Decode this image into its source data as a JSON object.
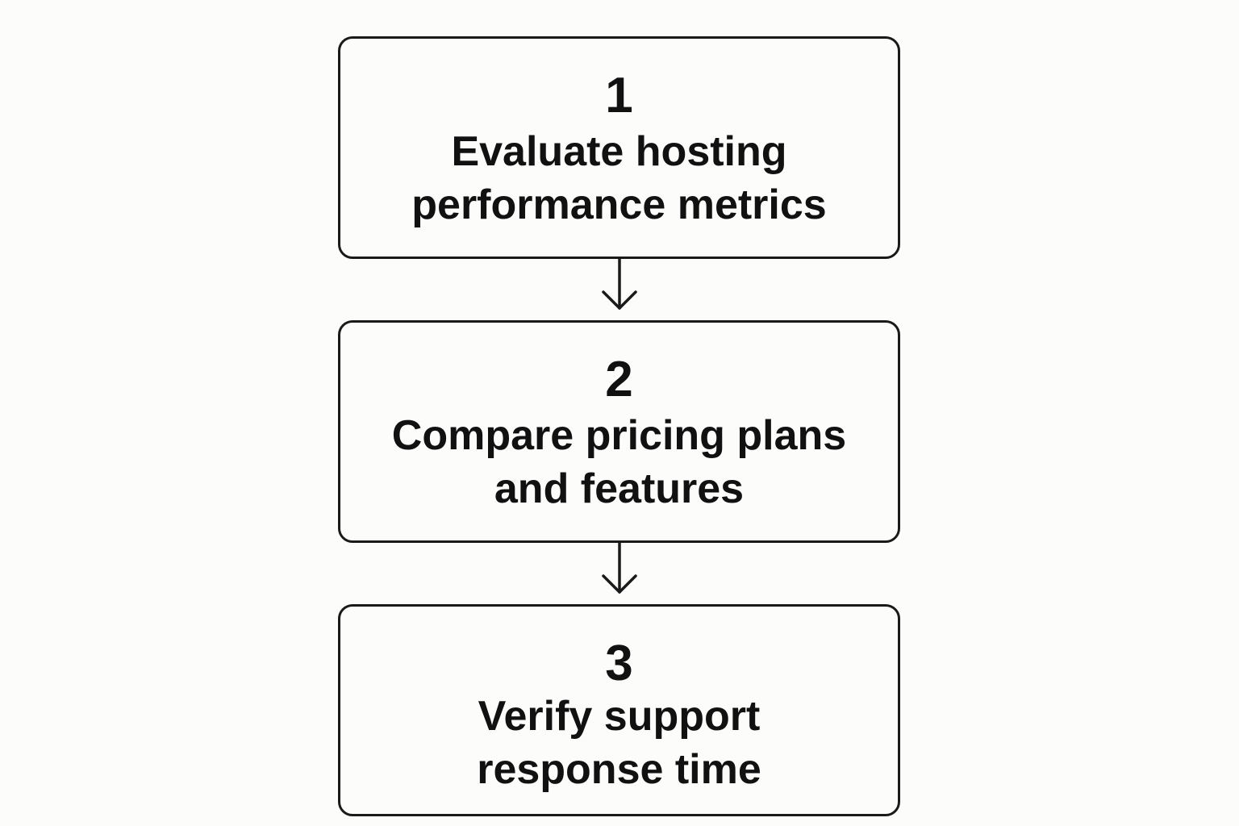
{
  "steps": [
    {
      "number": "1",
      "lines": [
        "Evaluate hosting",
        "performance metrics"
      ]
    },
    {
      "number": "2",
      "lines": [
        "Compare pricing plans",
        "and features"
      ]
    },
    {
      "number": "3",
      "lines": [
        "Verify support",
        "response time"
      ]
    }
  ],
  "colors": {
    "background": "#fcfcfb",
    "stroke": "#1a1a1a",
    "text": "#111111"
  },
  "icons": {
    "connector": "arrow-down-icon"
  }
}
